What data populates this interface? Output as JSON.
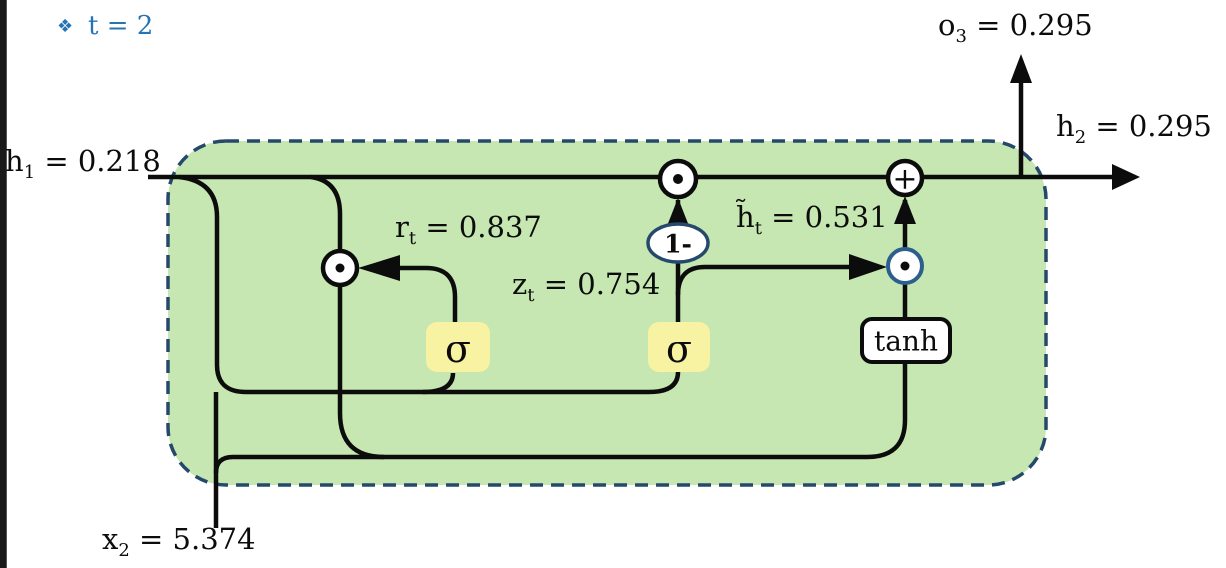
{
  "slide": {
    "bullet_icon": "❖",
    "timestep": "t = 2"
  },
  "labels": {
    "h_prev": {
      "base": "h",
      "sub": "1",
      "rest": " = 0.218"
    },
    "h_next": {
      "base": "h",
      "sub": "2",
      "rest": " = 0.295"
    },
    "output": {
      "base": "o",
      "sub": "3",
      "rest": " = 0.295"
    },
    "input": {
      "base": "x",
      "sub": "2",
      "rest": " = 5.374"
    },
    "reset_gate": {
      "base": "r",
      "sub": "t",
      "rest": " = 0.837"
    },
    "update_gate": {
      "base": "z",
      "sub": "t",
      "rest": " = 0.754"
    },
    "candidate": {
      "base": "h̃",
      "sub": "t",
      "rest": " = 0.531"
    }
  },
  "nodes": {
    "sigma": "σ",
    "tanh": "tanh",
    "one_minus": "1-",
    "add": "+"
  },
  "colors": {
    "cell_fill": "#c6e7b1",
    "cell_border": "#24496b",
    "gate_fill": "#f7f3a2",
    "accent_blue": "#2574b5",
    "line_black": "#0c0c0c",
    "candidate_node_border": "#2d5f8e",
    "one_minus_text": "#1f3d5c"
  }
}
